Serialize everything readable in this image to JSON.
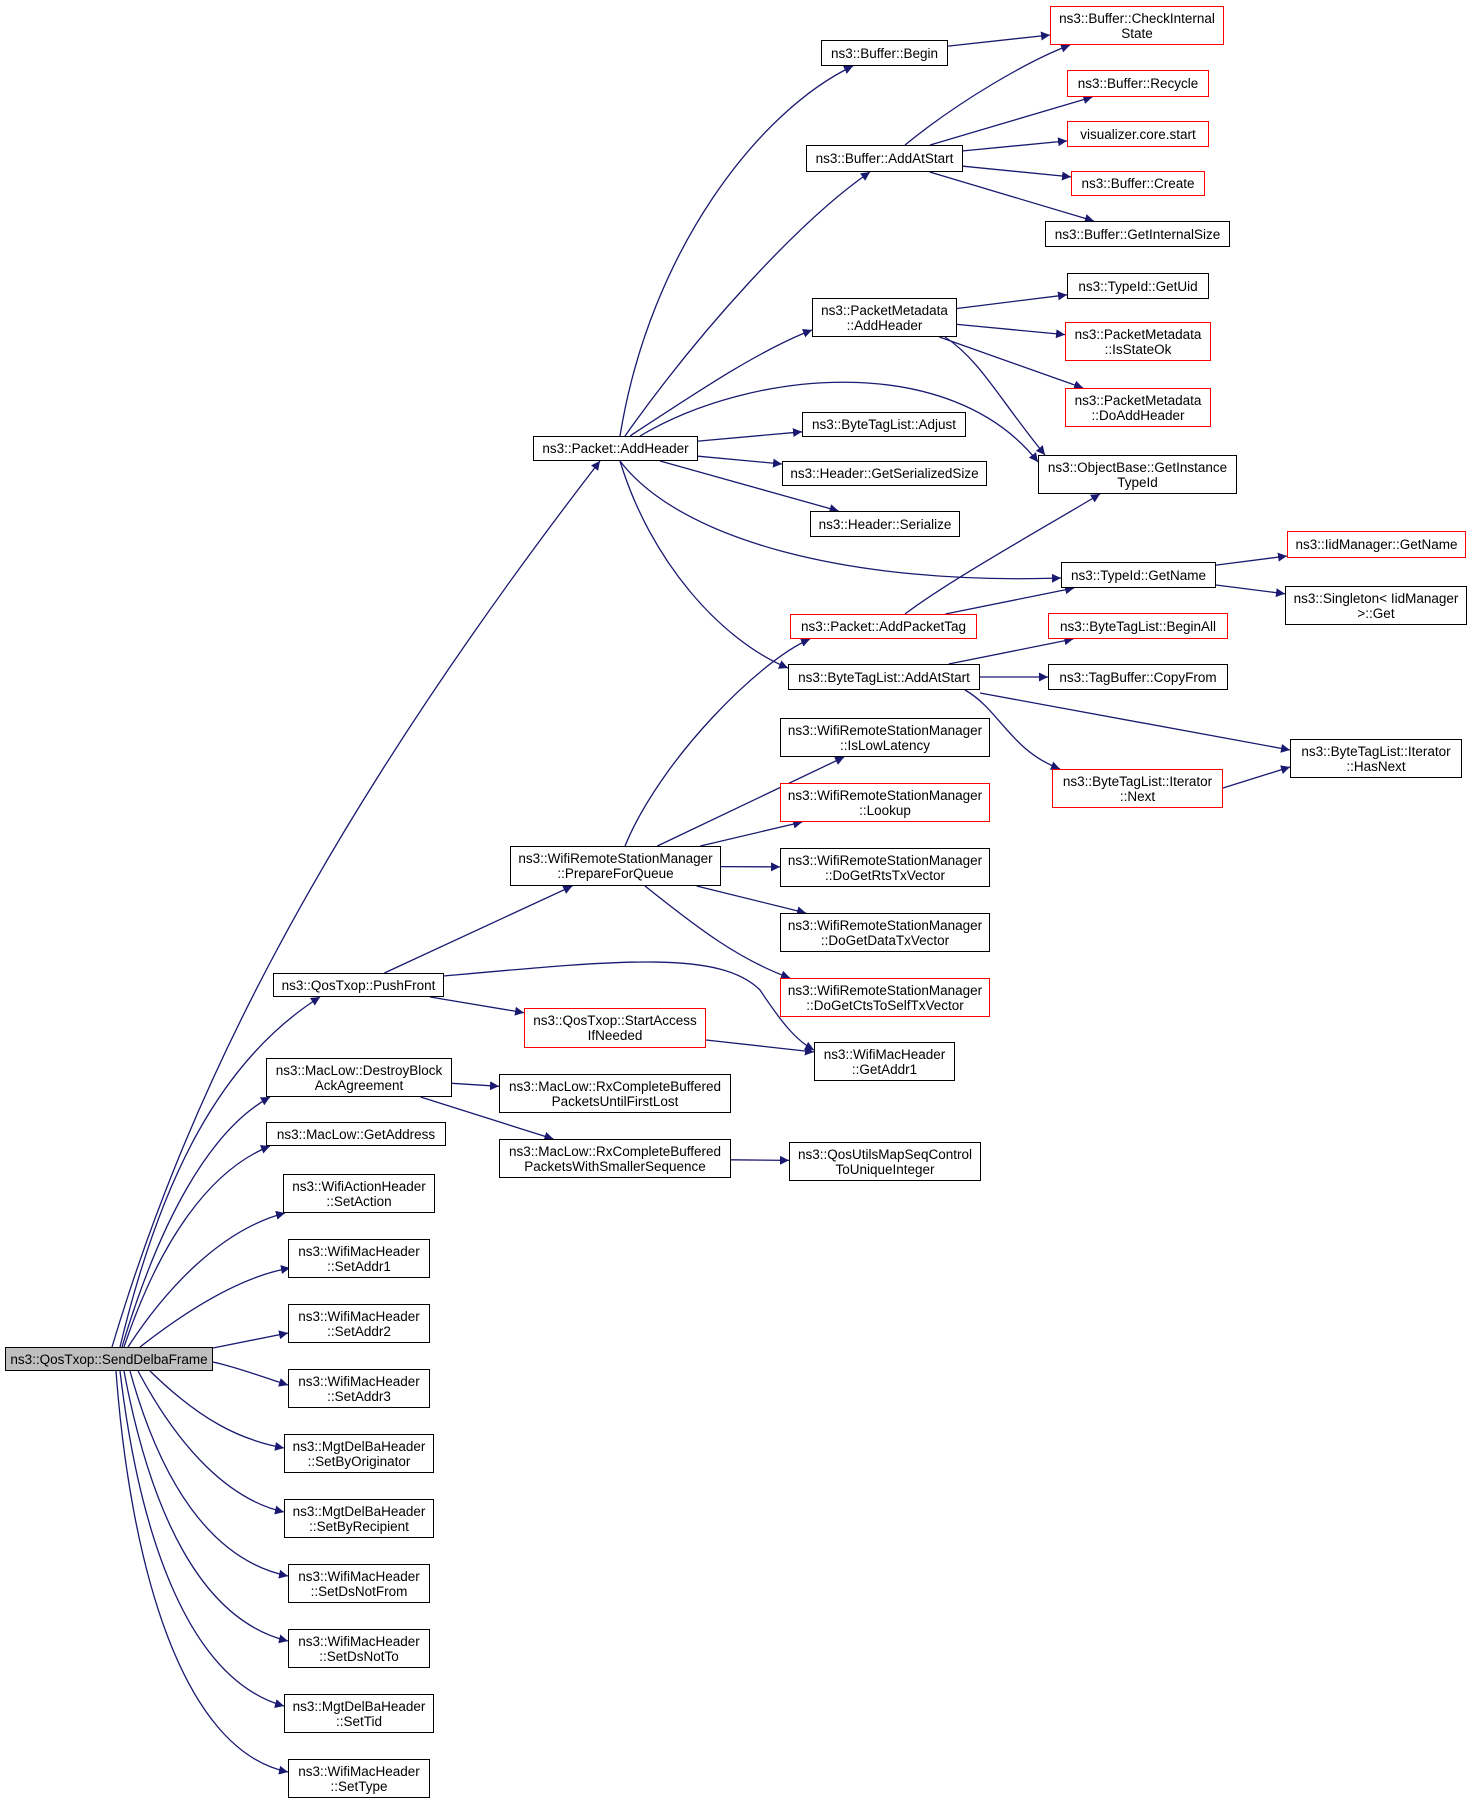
{
  "nodes": [
    {
      "id": "root",
      "lines": [
        "ns3::QosTxop::SendDelbaFrame"
      ],
      "border": "black",
      "root": true
    },
    {
      "id": "pushfront",
      "lines": [
        "ns3::QosTxop::PushFront"
      ],
      "border": "black"
    },
    {
      "id": "destroyblock",
      "lines": [
        "ns3::MacLow::DestroyBlock",
        "AckAgreement"
      ],
      "border": "black"
    },
    {
      "id": "getaddress",
      "lines": [
        "ns3::MacLow::GetAddress"
      ],
      "border": "black"
    },
    {
      "id": "setaction",
      "lines": [
        "ns3::WifiActionHeader",
        "::SetAction"
      ],
      "border": "black"
    },
    {
      "id": "setaddr1",
      "lines": [
        "ns3::WifiMacHeader",
        "::SetAddr1"
      ],
      "border": "black"
    },
    {
      "id": "setaddr2",
      "lines": [
        "ns3::WifiMacHeader",
        "::SetAddr2"
      ],
      "border": "black"
    },
    {
      "id": "setaddr3",
      "lines": [
        "ns3::WifiMacHeader",
        "::SetAddr3"
      ],
      "border": "black"
    },
    {
      "id": "setbyoriginator",
      "lines": [
        "ns3::MgtDelBaHeader",
        "::SetByOriginator"
      ],
      "border": "black"
    },
    {
      "id": "setbyrecipient",
      "lines": [
        "ns3::MgtDelBaHeader",
        "::SetByRecipient"
      ],
      "border": "black"
    },
    {
      "id": "setdsnotfrom",
      "lines": [
        "ns3::WifiMacHeader",
        "::SetDsNotFrom"
      ],
      "border": "black"
    },
    {
      "id": "setdsnotto",
      "lines": [
        "ns3::WifiMacHeader",
        "::SetDsNotTo"
      ],
      "border": "black"
    },
    {
      "id": "settid",
      "lines": [
        "ns3::MgtDelBaHeader",
        "::SetTid"
      ],
      "border": "black"
    },
    {
      "id": "settype",
      "lines": [
        "ns3::WifiMacHeader",
        "::SetType"
      ],
      "border": "black"
    },
    {
      "id": "packetaddheader",
      "lines": [
        "ns3::Packet::AddHeader"
      ],
      "border": "black"
    },
    {
      "id": "prepareforqueue",
      "lines": [
        "ns3::WifiRemoteStationManager",
        "::PrepareForQueue"
      ],
      "border": "black"
    },
    {
      "id": "startaccess",
      "lines": [
        "ns3::QosTxop::StartAccess",
        "IfNeeded"
      ],
      "border": "red"
    },
    {
      "id": "rxuntilfirstlost",
      "lines": [
        "ns3::MacLow::RxCompleteBuffered",
        "PacketsUntilFirstLost"
      ],
      "border": "black"
    },
    {
      "id": "rxsmallerseq",
      "lines": [
        "ns3::MacLow::RxCompleteBuffered",
        "PacketsWithSmallerSequence"
      ],
      "border": "black"
    },
    {
      "id": "bufferbegin",
      "lines": [
        "ns3::Buffer::Begin"
      ],
      "border": "black"
    },
    {
      "id": "bufferaddatstart",
      "lines": [
        "ns3::Buffer::AddAtStart"
      ],
      "border": "black"
    },
    {
      "id": "pmaddheader",
      "lines": [
        "ns3::PacketMetadata",
        "::AddHeader"
      ],
      "border": "black"
    },
    {
      "id": "btladjust",
      "lines": [
        "ns3::ByteTagList::Adjust"
      ],
      "border": "black"
    },
    {
      "id": "getserializedsize",
      "lines": [
        "ns3::Header::GetSerializedSize"
      ],
      "border": "black"
    },
    {
      "id": "serialize",
      "lines": [
        "ns3::Header::Serialize"
      ],
      "border": "black"
    },
    {
      "id": "addpackettag",
      "lines": [
        "ns3::Packet::AddPacketTag"
      ],
      "border": "red"
    },
    {
      "id": "btladdatstart",
      "lines": [
        "ns3::ByteTagList::AddAtStart"
      ],
      "border": "black"
    },
    {
      "id": "islowlatency",
      "lines": [
        "ns3::WifiRemoteStationManager",
        "::IsLowLatency"
      ],
      "border": "black"
    },
    {
      "id": "lookup",
      "lines": [
        "ns3::WifiRemoteStationManager",
        "::Lookup"
      ],
      "border": "red"
    },
    {
      "id": "dogetrts",
      "lines": [
        "ns3::WifiRemoteStationManager",
        "::DoGetRtsTxVector"
      ],
      "border": "black"
    },
    {
      "id": "dogetdata",
      "lines": [
        "ns3::WifiRemoteStationManager",
        "::DoGetDataTxVector"
      ],
      "border": "black"
    },
    {
      "id": "dogetcts",
      "lines": [
        "ns3::WifiRemoteStationManager",
        "::DoGetCtsToSelfTxVector"
      ],
      "border": "red"
    },
    {
      "id": "getaddr1",
      "lines": [
        "ns3::WifiMacHeader",
        "::GetAddr1"
      ],
      "border": "black"
    },
    {
      "id": "qosutils",
      "lines": [
        "ns3::QosUtilsMapSeqControl",
        "ToUniqueInteger"
      ],
      "border": "black"
    },
    {
      "id": "checkinternal",
      "lines": [
        "ns3::Buffer::CheckInternal",
        "State"
      ],
      "border": "red"
    },
    {
      "id": "recycle",
      "lines": [
        "ns3::Buffer::Recycle"
      ],
      "border": "red"
    },
    {
      "id": "vizstart",
      "lines": [
        "visualizer.core.start"
      ],
      "border": "red"
    },
    {
      "id": "buffercreate",
      "lines": [
        "ns3::Buffer::Create"
      ],
      "border": "red"
    },
    {
      "id": "getinternalsize",
      "lines": [
        "ns3::Buffer::GetInternalSize"
      ],
      "border": "black"
    },
    {
      "id": "getuid",
      "lines": [
        "ns3::TypeId::GetUid"
      ],
      "border": "black"
    },
    {
      "id": "isstateok",
      "lines": [
        "ns3::PacketMetadata",
        "::IsStateOk"
      ],
      "border": "red"
    },
    {
      "id": "doaddheader",
      "lines": [
        "ns3::PacketMetadata",
        "::DoAddHeader"
      ],
      "border": "red"
    },
    {
      "id": "getinstancetypeid",
      "lines": [
        "ns3::ObjectBase::GetInstance",
        "TypeId"
      ],
      "border": "black"
    },
    {
      "id": "typeidgetname",
      "lines": [
        "ns3::TypeId::GetName"
      ],
      "border": "black"
    },
    {
      "id": "beginall",
      "lines": [
        "ns3::ByteTagList::BeginAll"
      ],
      "border": "red"
    },
    {
      "id": "copyfrom",
      "lines": [
        "ns3::TagBuffer::CopyFrom"
      ],
      "border": "black"
    },
    {
      "id": "iterhasnext",
      "lines": [
        "ns3::ByteTagList::Iterator",
        "::HasNext"
      ],
      "border": "black"
    },
    {
      "id": "iternext",
      "lines": [
        "ns3::ByteTagList::Iterator",
        "::Next"
      ],
      "border": "red"
    },
    {
      "id": "iidgetname",
      "lines": [
        "ns3::IidManager::GetName"
      ],
      "border": "red"
    },
    {
      "id": "singletonget",
      "lines": [
        "ns3::Singleton< IidManager",
        ">::Get"
      ],
      "border": "black"
    }
  ],
  "edges": [
    [
      "root",
      "packetaddheader"
    ],
    [
      "root",
      "pushfront"
    ],
    [
      "root",
      "destroyblock"
    ],
    [
      "root",
      "getaddress"
    ],
    [
      "root",
      "setaction"
    ],
    [
      "root",
      "setaddr1"
    ],
    [
      "root",
      "setaddr2"
    ],
    [
      "root",
      "setaddr3"
    ],
    [
      "root",
      "setbyoriginator"
    ],
    [
      "root",
      "setbyrecipient"
    ],
    [
      "root",
      "setdsnotfrom"
    ],
    [
      "root",
      "setdsnotto"
    ],
    [
      "root",
      "settid"
    ],
    [
      "root",
      "settype"
    ],
    [
      "pushfront",
      "prepareforqueue"
    ],
    [
      "pushfront",
      "startaccess"
    ],
    [
      "pushfront",
      "getaddr1"
    ],
    [
      "destroyblock",
      "rxuntilfirstlost"
    ],
    [
      "destroyblock",
      "rxsmallerseq"
    ],
    [
      "rxsmallerseq",
      "qosutils"
    ],
    [
      "startaccess",
      "getaddr1"
    ],
    [
      "prepareforqueue",
      "addpackettag"
    ],
    [
      "prepareforqueue",
      "islowlatency"
    ],
    [
      "prepareforqueue",
      "lookup"
    ],
    [
      "prepareforqueue",
      "dogetrts"
    ],
    [
      "prepareforqueue",
      "dogetdata"
    ],
    [
      "prepareforqueue",
      "dogetcts"
    ],
    [
      "packetaddheader",
      "bufferbegin"
    ],
    [
      "packetaddheader",
      "bufferaddatstart"
    ],
    [
      "packetaddheader",
      "pmaddheader"
    ],
    [
      "packetaddheader",
      "getinstancetypeid"
    ],
    [
      "packetaddheader",
      "btladjust"
    ],
    [
      "packetaddheader",
      "getserializedsize"
    ],
    [
      "packetaddheader",
      "serialize"
    ],
    [
      "packetaddheader",
      "typeidgetname"
    ],
    [
      "packetaddheader",
      "btladdatstart"
    ],
    [
      "bufferbegin",
      "checkinternal"
    ],
    [
      "bufferaddatstart",
      "checkinternal"
    ],
    [
      "bufferaddatstart",
      "recycle"
    ],
    [
      "bufferaddatstart",
      "vizstart"
    ],
    [
      "bufferaddatstart",
      "buffercreate"
    ],
    [
      "bufferaddatstart",
      "getinternalsize"
    ],
    [
      "pmaddheader",
      "getuid"
    ],
    [
      "pmaddheader",
      "isstateok"
    ],
    [
      "pmaddheader",
      "doaddheader"
    ],
    [
      "pmaddheader",
      "getinstancetypeid"
    ],
    [
      "addpackettag",
      "getinstancetypeid"
    ],
    [
      "addpackettag",
      "typeidgetname"
    ],
    [
      "typeidgetname",
      "iidgetname"
    ],
    [
      "typeidgetname",
      "singletonget"
    ],
    [
      "btladdatstart",
      "beginall"
    ],
    [
      "btladdatstart",
      "copyfrom"
    ],
    [
      "btladdatstart",
      "iternext"
    ],
    [
      "btladdatstart",
      "iterhasnext"
    ],
    [
      "iternext",
      "iterhasnext"
    ]
  ],
  "colors": {
    "edge": "#191970",
    "node_border": "#000000",
    "external_border": "#ff0000",
    "root_fill": "#bfbfbf"
  }
}
